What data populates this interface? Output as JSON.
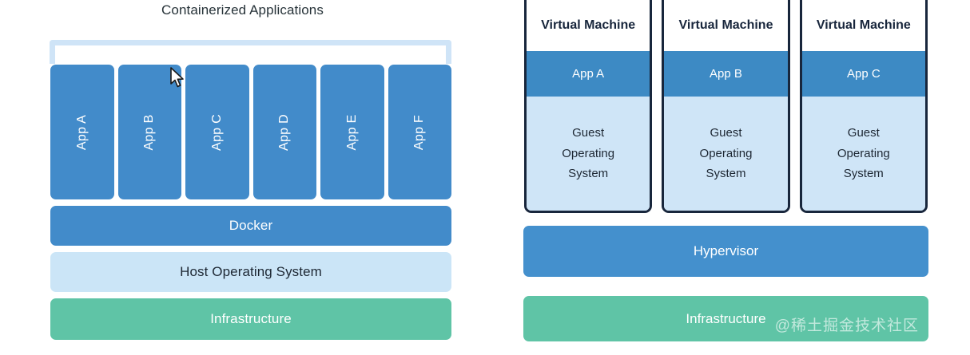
{
  "left": {
    "title": "Containerized Applications",
    "apps": [
      {
        "label": "App A"
      },
      {
        "label": "App B"
      },
      {
        "label": "App C"
      },
      {
        "label": "App D"
      },
      {
        "label": "App E"
      },
      {
        "label": "App F"
      }
    ],
    "layers": [
      {
        "label": "Docker"
      },
      {
        "label": "Host Operating System"
      },
      {
        "label": "Infrastructure"
      }
    ]
  },
  "right": {
    "vms": [
      {
        "title": "Virtual Machine",
        "app": "App A",
        "guest_os": "Guest\nOperating\nSystem"
      },
      {
        "title": "Virtual Machine",
        "app": "App B",
        "guest_os": "Guest\nOperating\nSystem"
      },
      {
        "title": "Virtual Machine",
        "app": "App C",
        "guest_os": "Guest\nOperating\nSystem"
      }
    ],
    "layers": [
      {
        "label": "Hypervisor"
      },
      {
        "label": "Infrastructure"
      }
    ]
  },
  "watermark": "@稀土掘金技术社区",
  "colors": {
    "app_blue": "#428bca",
    "vm_app_blue": "#3d8ac4",
    "light_blue": "#cbe5f7",
    "bracket_blue": "#cfe4f7",
    "green": "#5fc4a6",
    "navy_border": "#18263c",
    "text_dark": "#1d2733"
  }
}
